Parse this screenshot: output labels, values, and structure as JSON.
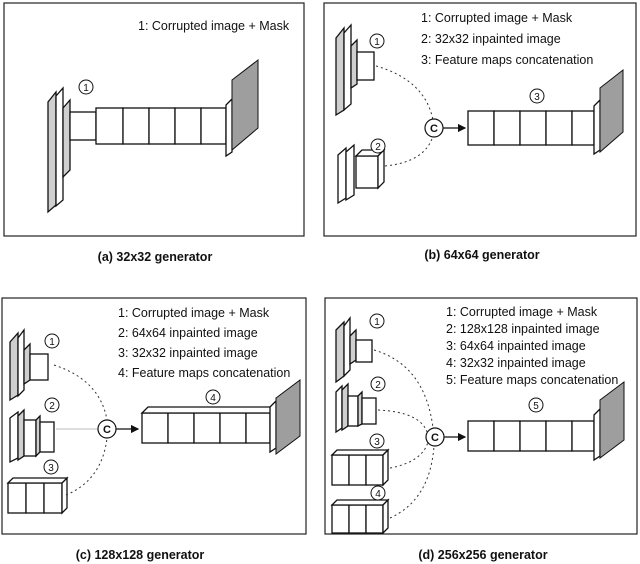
{
  "panels": [
    {
      "caption": "(a) 32x32 generator",
      "legend": [
        "1: Corrupted image + Mask"
      ],
      "inputs": [
        "1"
      ],
      "output": null
    },
    {
      "caption": "(b) 64x64 generator",
      "legend": [
        "1: Corrupted image + Mask",
        "2: 32x32 inpainted image",
        "3: Feature maps concatenation"
      ],
      "inputs": [
        "1",
        "2"
      ],
      "concat": "C",
      "output": "3"
    },
    {
      "caption": "(c) 128x128 generator",
      "legend": [
        "1: Corrupted image + Mask",
        "2: 64x64 inpainted image",
        "3: 32x32 inpainted image",
        "4: Feature maps concatenation"
      ],
      "inputs": [
        "1",
        "2",
        "3"
      ],
      "concat": "C",
      "output": "4"
    },
    {
      "caption": "(d) 256x256 generator",
      "legend": [
        "1: Corrupted image + Mask",
        "2: 128x128 inpainted image",
        "3: 64x64 inpainted image",
        "4: 32x32 inpainted image",
        "5: Feature maps concatenation"
      ],
      "inputs": [
        "1",
        "2",
        "3",
        "4"
      ],
      "concat": "C",
      "output": "5"
    }
  ]
}
